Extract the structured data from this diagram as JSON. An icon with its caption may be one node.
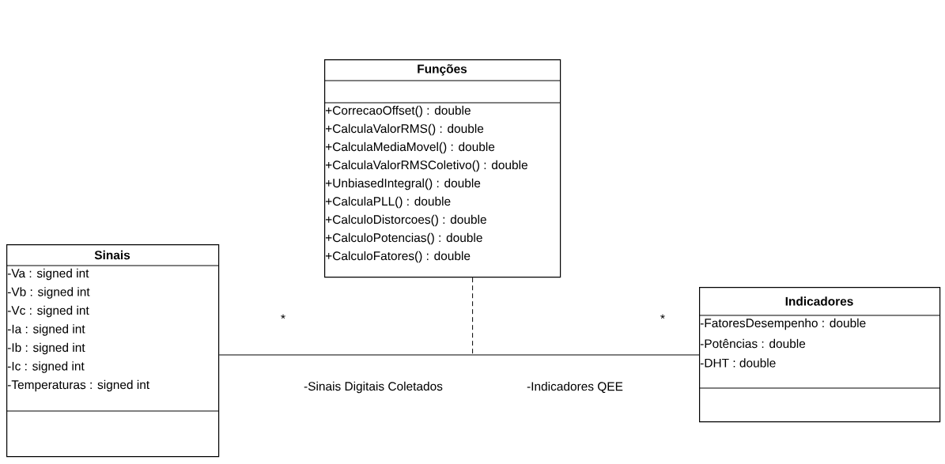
{
  "diagram": {
    "nodes": [
      {
        "text": [
          "Funções",
          "+CorrecaoOffset() : double",
          "+CalculaValorRMS() : double",
          "+CalculaMediaMovel() : double",
          "+CalculaValorRMSColetivo() : double",
          "+UnbiasedIntegral() : double",
          "+CalculaPLL() : double",
          "+CalculoDistorcoes() : double",
          "+CalculoPotencias() : double",
          "+CalculoFatores() : double"
        ]
      },
      {
        "text": [
          "Sinais",
          "-Va : signed int",
          "-Vb : signed int",
          "-Vc : signed int",
          "-Ia : signed int",
          "-Ib : signed int",
          "-Ic : signed int",
          "-Temperaturas : signed int"
        ]
      },
      {
        "text": [
          "Indicadores",
          "-FatoresDesempenho : double",
          "-Potências : double",
          "-DHT : double"
        ]
      }
    ],
    "edges": [
      {
        "from": 1,
        "to": 2,
        "arrow": "none"
      },
      {
        "from": 0,
        "to": null,
        "arrow": "none",
        "style": "dashed"
      }
    ],
    "labels": [
      "*",
      "*",
      "-Sinais Digitais Coletados",
      "-Indicadores QEE"
    ]
  }
}
